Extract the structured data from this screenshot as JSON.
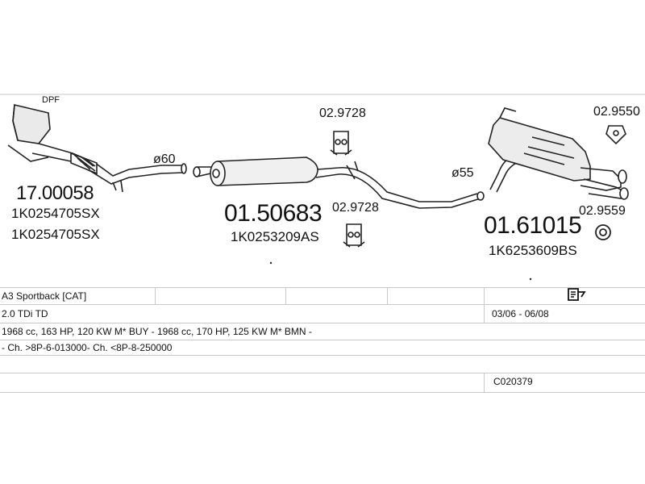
{
  "diagram": {
    "labels": {
      "dpf": "DPF",
      "dia_60": "ø60",
      "dia_55": "ø55",
      "part_front": "17.00058",
      "oem_front_1": "1K0254705SX",
      "oem_front_2": "1K0254705SX",
      "part_middle": "01.50683",
      "oem_middle": "1K0253209AS",
      "part_rear": "01.61015",
      "oem_rear": "1K6253609BS",
      "hanger_top": "02.9728",
      "hanger_bottom": "02.9728",
      "clamp_top": "02.9550",
      "ring_bottom": "02.9559"
    }
  },
  "info_table": {
    "rows": [
      {
        "left": "A3 Sportback  [CAT]",
        "right": ""
      },
      {
        "left": "2.0 TDi TD",
        "right": "03/06 - 06/08"
      },
      {
        "left": "1968 cc, 163 HP, 120 KW M* BUY - 1968 cc, 170 HP, 125 KW M* BMN -",
        "right": ""
      },
      {
        "left": "- Ch. >8P-6-013000- Ch. <8P-8-250000",
        "right": ""
      },
      {
        "left": "",
        "right": ""
      },
      {
        "left": "",
        "right": "C020379"
      }
    ],
    "icons": [
      "document-icon"
    ]
  }
}
